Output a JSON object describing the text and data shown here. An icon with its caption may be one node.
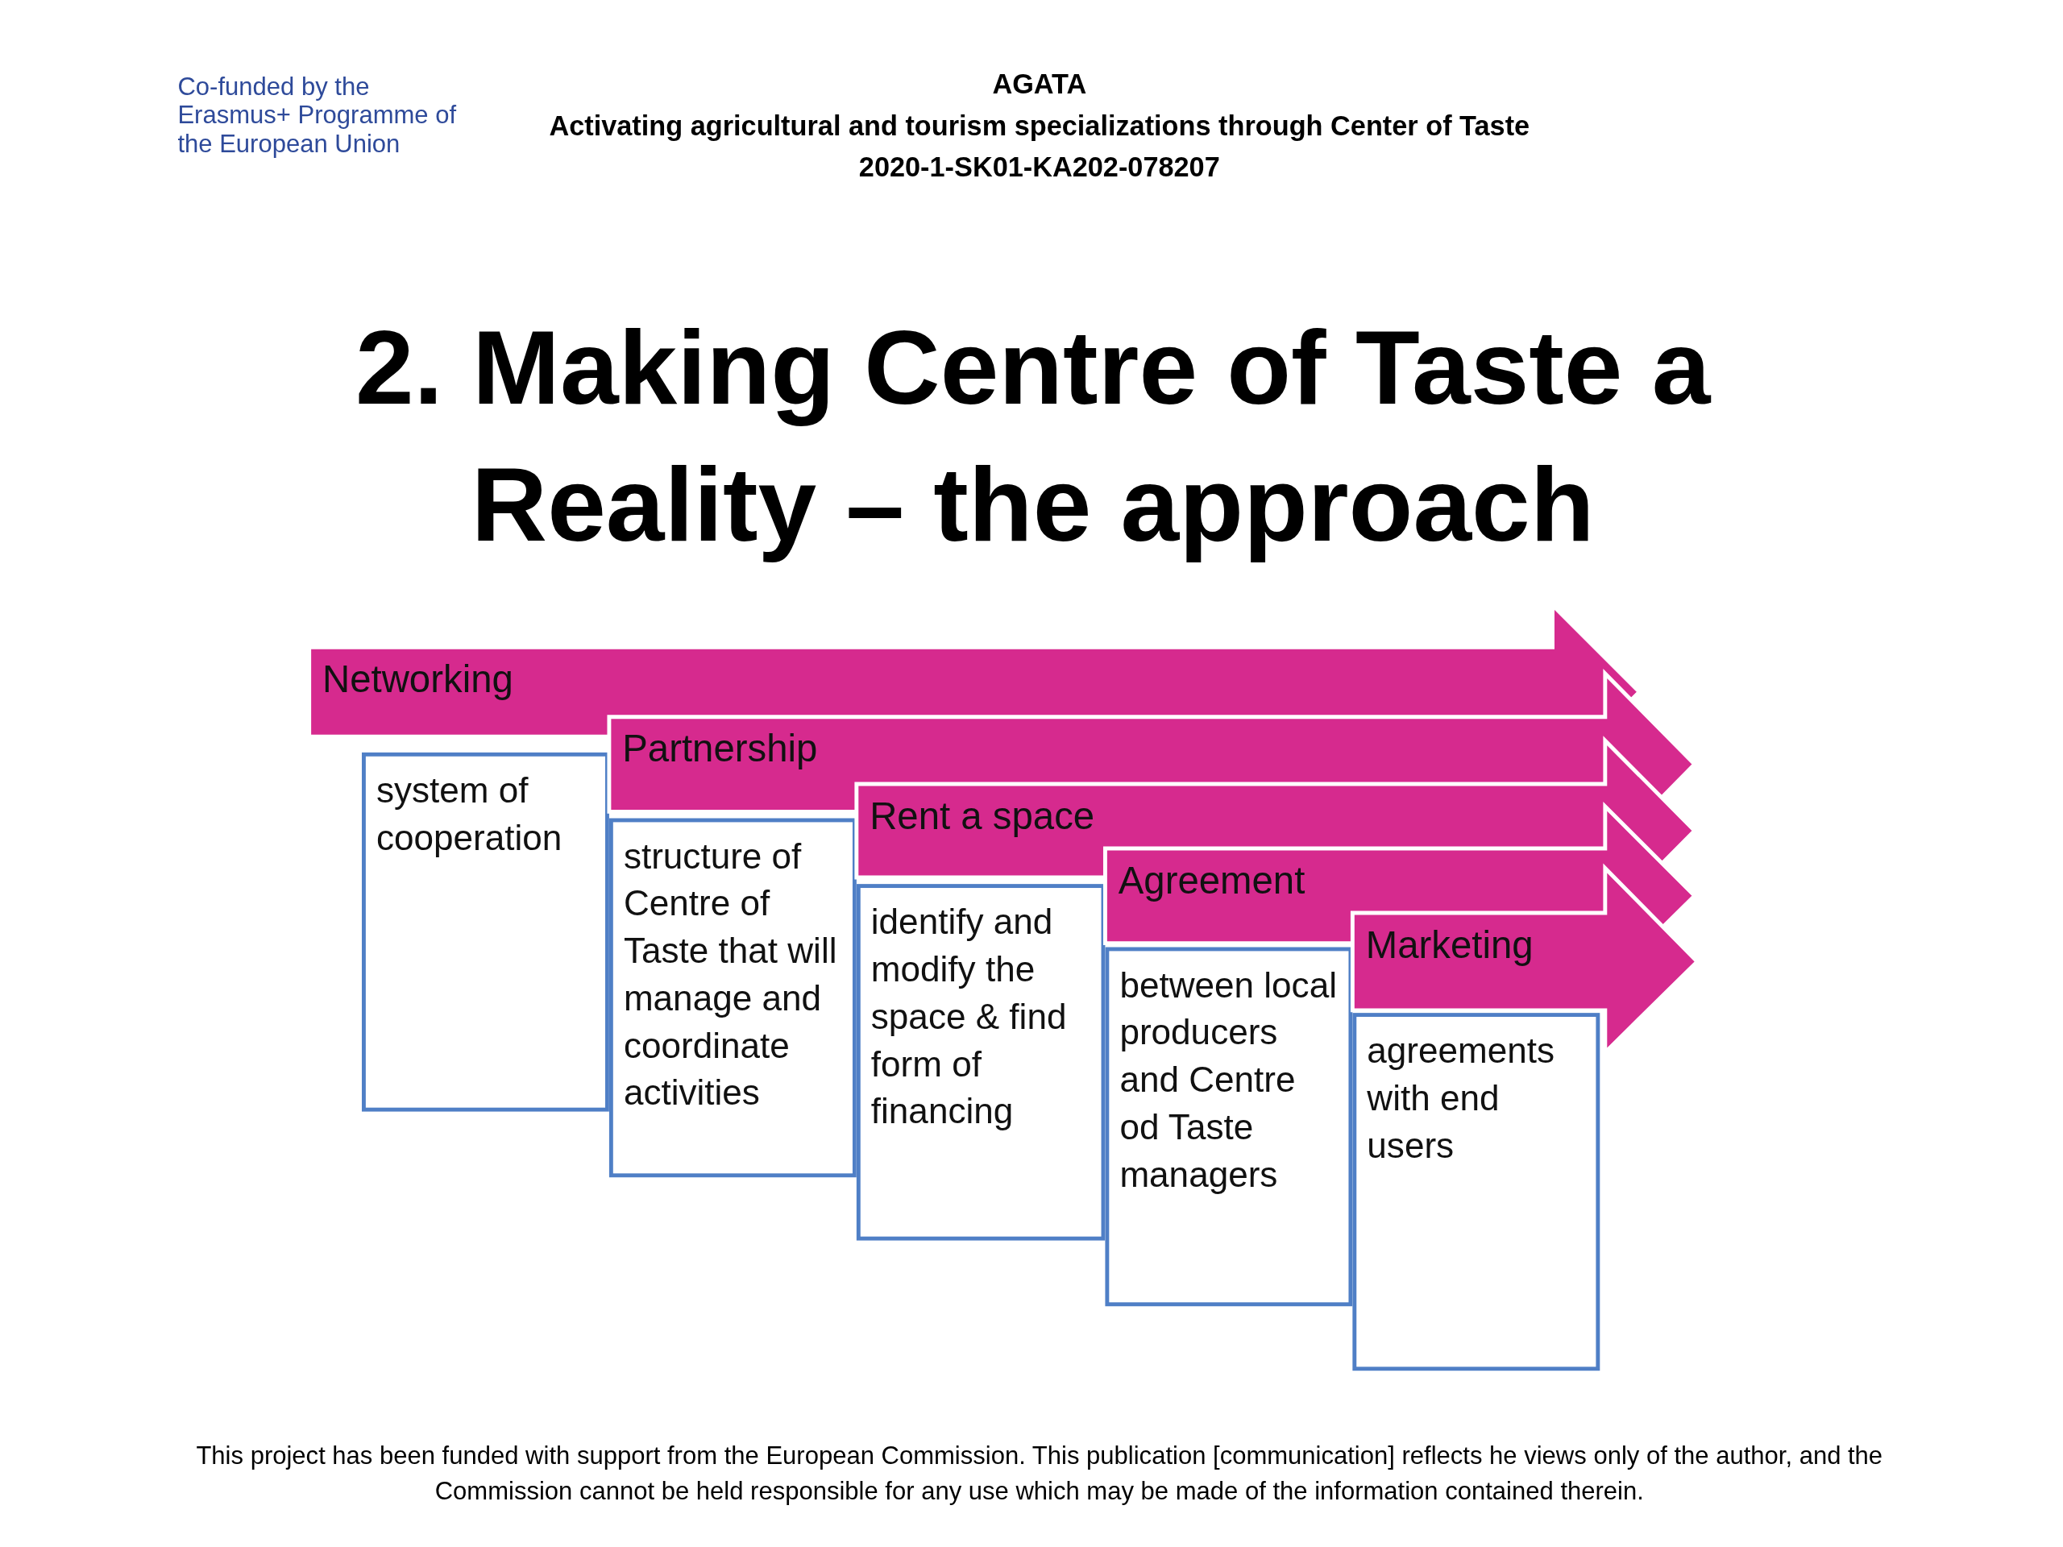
{
  "diagram": {
    "title": "2. Making Centre of Taste a Reality – the approach",
    "caption": "This project has been funded with support from the European Commission. This publication [communication] reflects he views only of the author, and the Commission cannot be held responsible for any use which may be made of the information contained therein.",
    "nodes": [
      {
        "text": [
          "Networking"
        ]
      },
      {
        "text": [
          "system of cooperation"
        ]
      },
      {
        "text": [
          "Partnership"
        ]
      },
      {
        "text": [
          "structure of Centre of Taste that will manage and coordinate activities"
        ]
      },
      {
        "text": [
          "Rent a space"
        ]
      },
      {
        "text": [
          "identify and modify the space & find form of financing"
        ]
      },
      {
        "text": [
          "Agreement"
        ]
      },
      {
        "text": [
          "between local producers and Centre od Taste managers"
        ]
      },
      {
        "text": [
          "Marketing"
        ]
      },
      {
        "text": [
          "agreements with end users"
        ]
      }
    ],
    "labels": [
      "Co-funded by the Erasmus+ Programme of the European Union",
      "AGATA",
      "Activating agricultural and tourism specializations through Center of Taste",
      "2020-1-SK01-KA202-078207"
    ]
  }
}
